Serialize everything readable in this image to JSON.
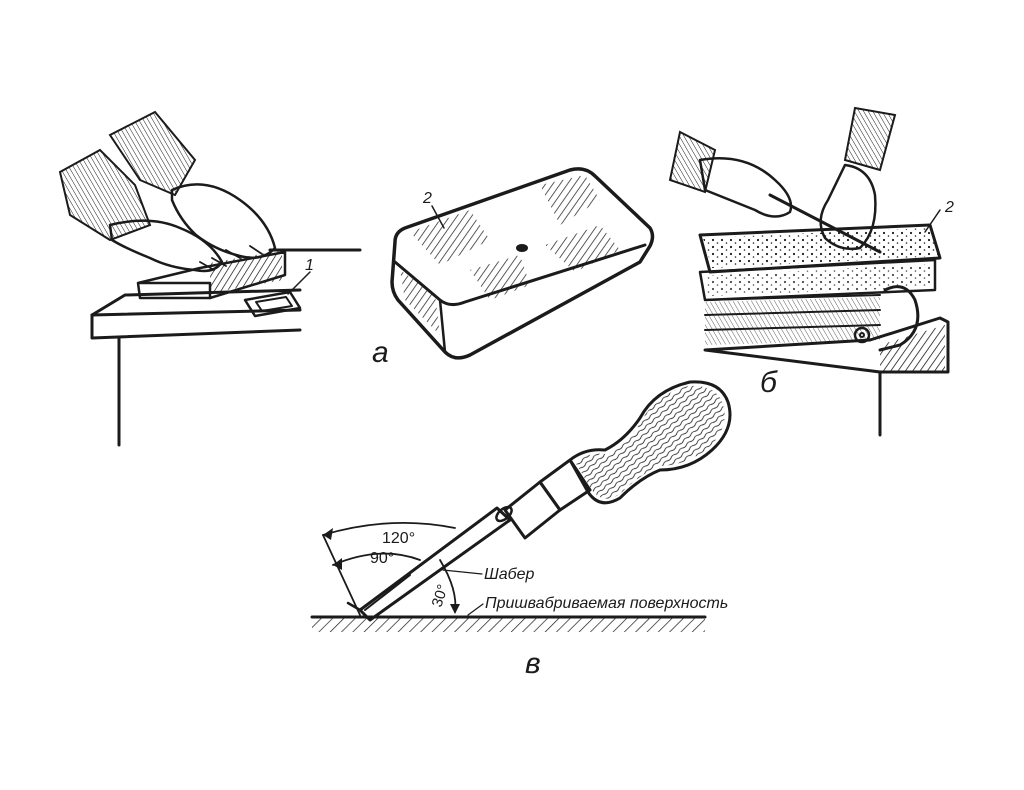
{
  "panels": {
    "a": {
      "label": "а",
      "callout_1": "1",
      "callout_2": "2"
    },
    "b": {
      "label": "б",
      "callout_2": "2"
    },
    "v": {
      "label": "в",
      "angle_120": "120°",
      "angle_90": "90°",
      "angle_30": "30°",
      "scraper": "Шабер",
      "surface": "Пришвабриваемая поверхность"
    }
  }
}
